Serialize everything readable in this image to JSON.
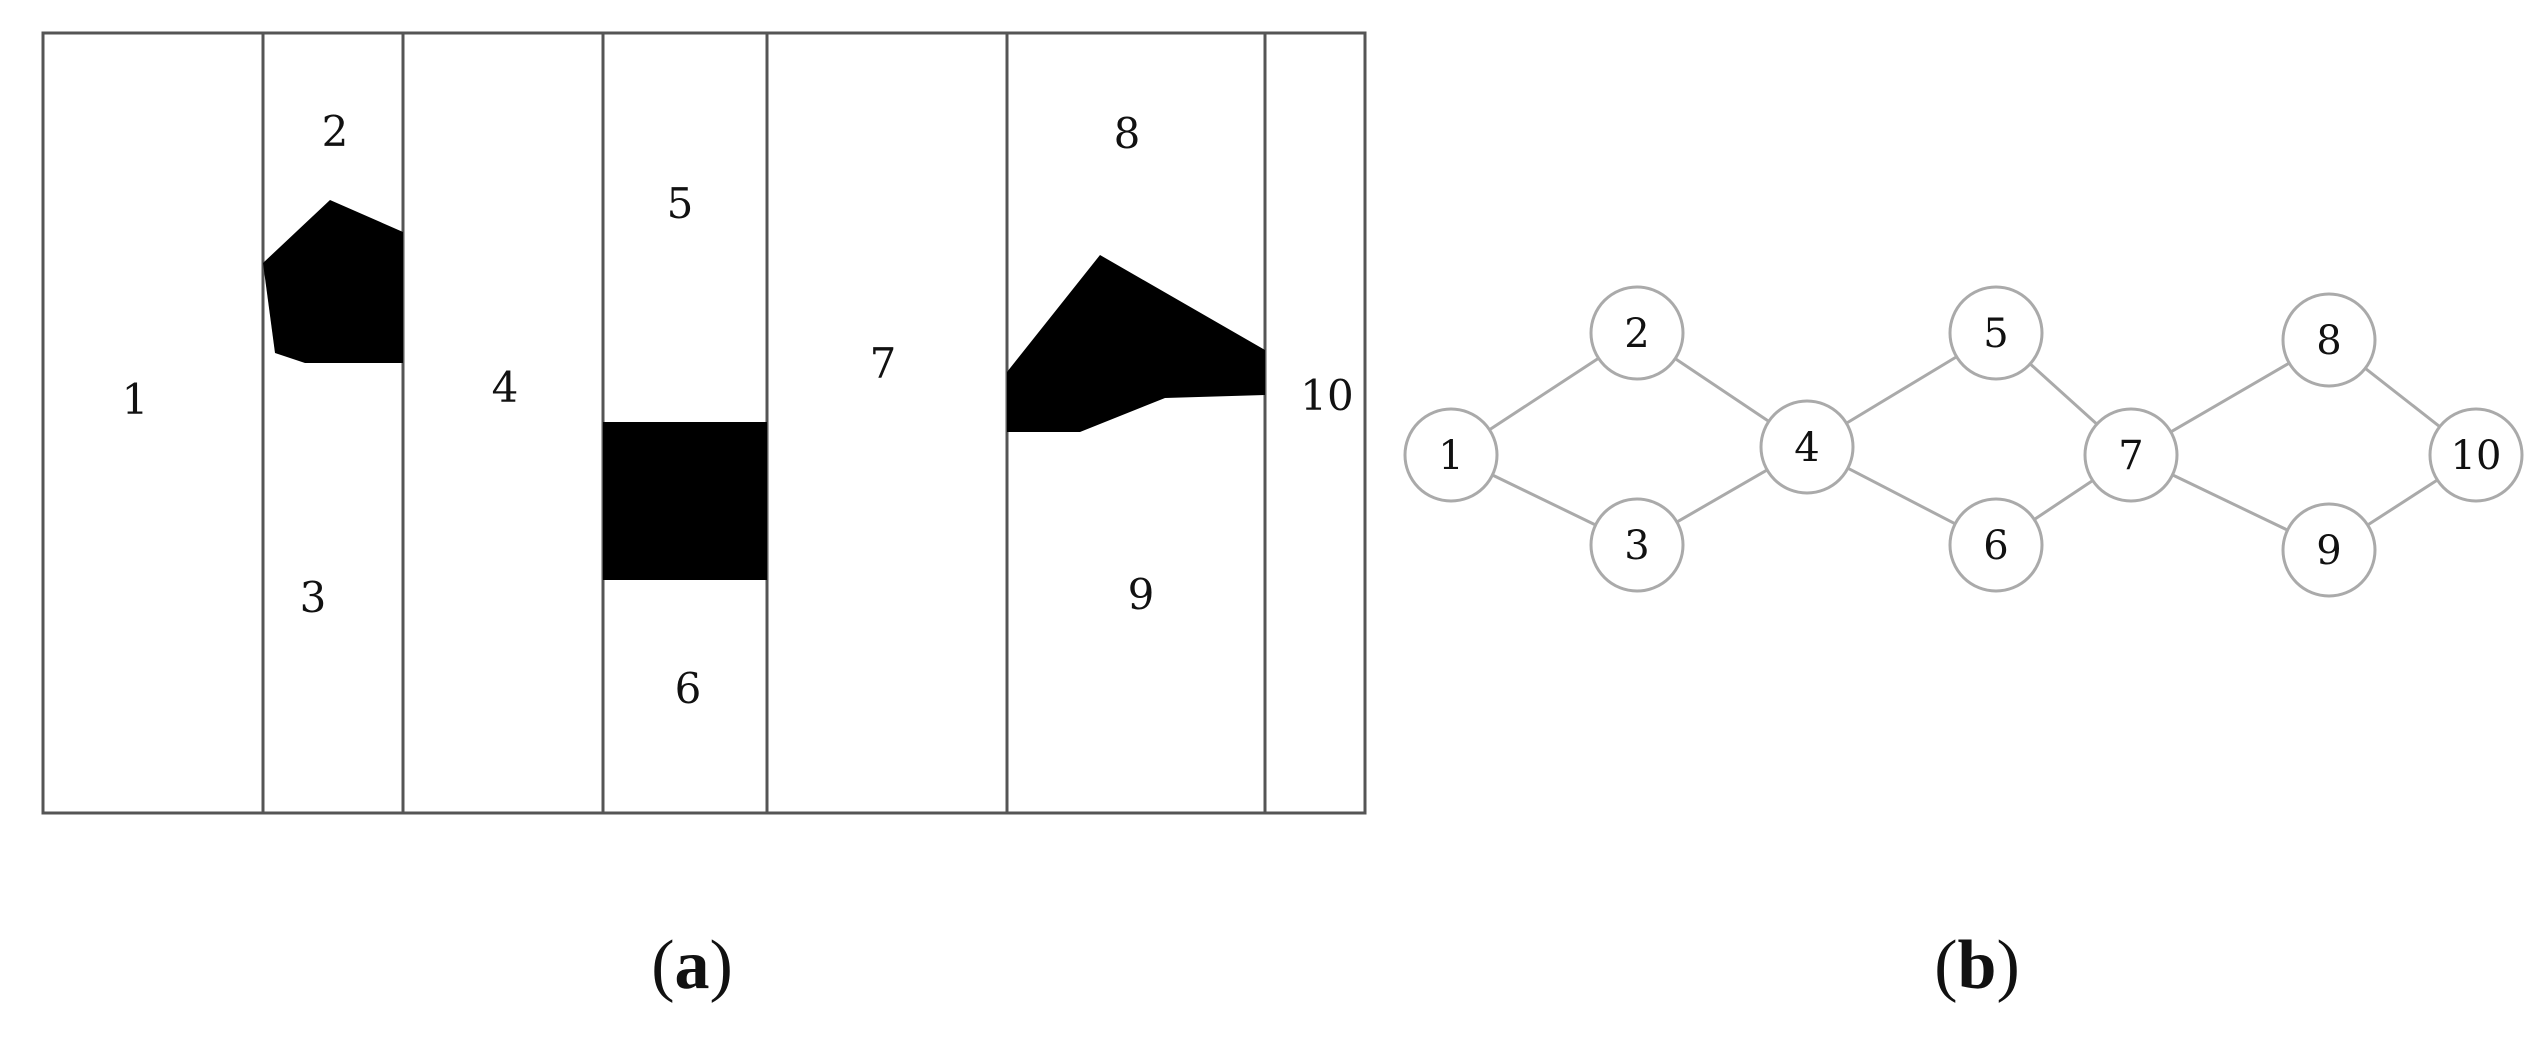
{
  "panel_a": {
    "caption_letter": "a",
    "cells": [
      {
        "id": "cell-1",
        "label": "1"
      },
      {
        "id": "cell-2",
        "label": "2"
      },
      {
        "id": "cell-3",
        "label": "3"
      },
      {
        "id": "cell-4",
        "label": "4"
      },
      {
        "id": "cell-5",
        "label": "5"
      },
      {
        "id": "cell-6",
        "label": "6"
      },
      {
        "id": "cell-7",
        "label": "7"
      },
      {
        "id": "cell-8",
        "label": "8"
      },
      {
        "id": "cell-9",
        "label": "9"
      },
      {
        "id": "cell-10",
        "label": "10"
      }
    ]
  },
  "panel_b": {
    "caption_letter": "b",
    "nodes": [
      {
        "id": "1",
        "label": "1"
      },
      {
        "id": "2",
        "label": "2"
      },
      {
        "id": "3",
        "label": "3"
      },
      {
        "id": "4",
        "label": "4"
      },
      {
        "id": "5",
        "label": "5"
      },
      {
        "id": "6",
        "label": "6"
      },
      {
        "id": "7",
        "label": "7"
      },
      {
        "id": "8",
        "label": "8"
      },
      {
        "id": "9",
        "label": "9"
      },
      {
        "id": "10",
        "label": "10"
      }
    ],
    "edges": [
      [
        "1",
        "2"
      ],
      [
        "1",
        "3"
      ],
      [
        "2",
        "4"
      ],
      [
        "3",
        "4"
      ],
      [
        "4",
        "5"
      ],
      [
        "4",
        "6"
      ],
      [
        "5",
        "7"
      ],
      [
        "6",
        "7"
      ],
      [
        "7",
        "8"
      ],
      [
        "7",
        "9"
      ],
      [
        "8",
        "10"
      ],
      [
        "9",
        "10"
      ]
    ]
  }
}
